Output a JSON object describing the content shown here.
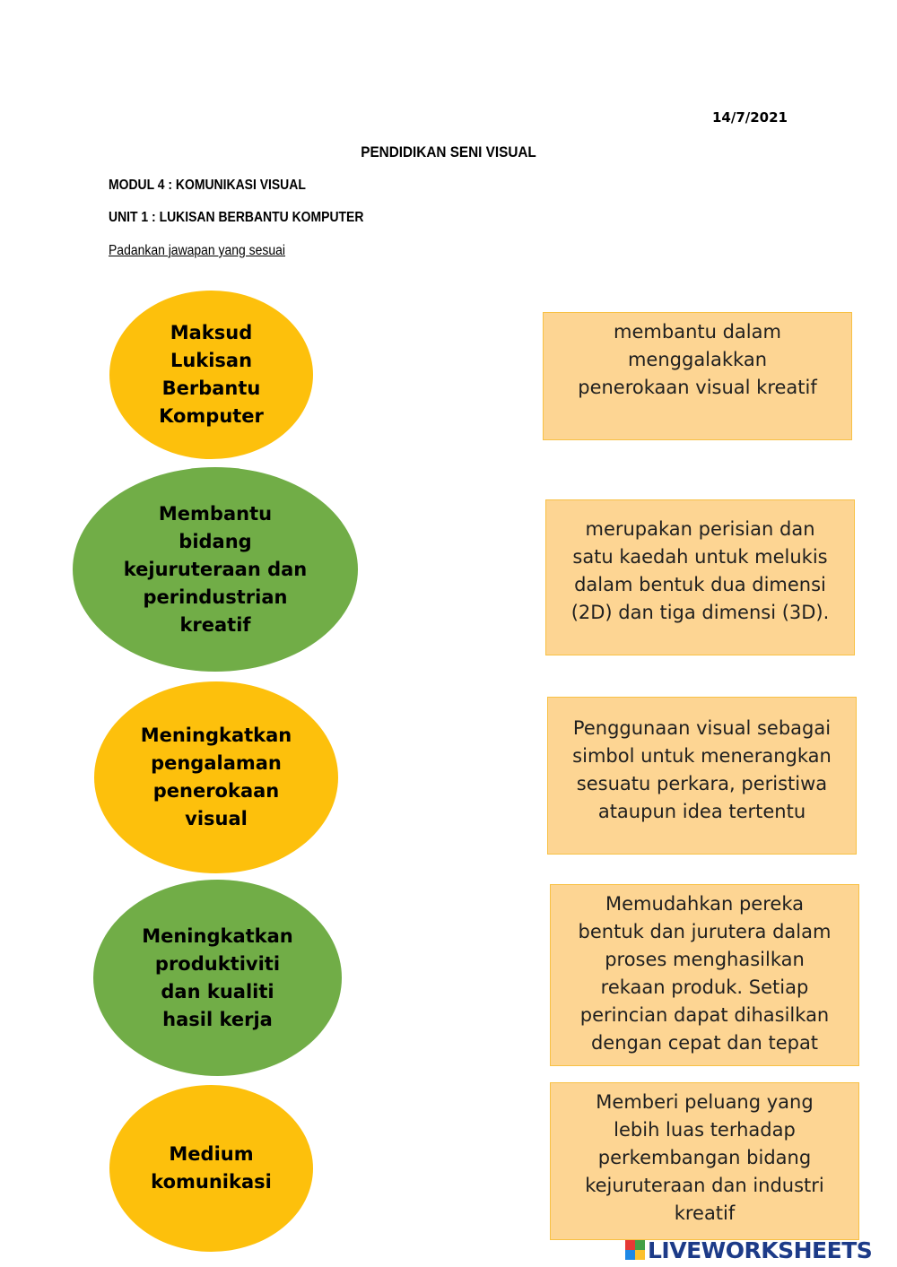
{
  "header": {
    "date": "14/7/2021",
    "title": "PENDIDIKAN SENI VISUAL",
    "module": "MODUL 4 : KOMUNIKASI VISUAL",
    "unit": "UNIT 1 : LUKISAN BERBANTU KOMPUTER",
    "instruction": "Padankan jawapan yang sesuai"
  },
  "ovals": [
    {
      "text": "Maksud\nLukisan\nBerbantu\nKomputer",
      "color": "#fdc00c"
    },
    {
      "text": "Membantu\nbidang\nkejuruteraan dan\nperindustrian\nkreatif",
      "color": "#71ad47"
    },
    {
      "text": "Meningkatkan\npengalaman\npenerokaan\nvisual",
      "color": "#fdc00c"
    },
    {
      "text": "Meningkatkan\nproduktiviti\ndan kualiti\nhasil kerja",
      "color": "#71ad47"
    },
    {
      "text": "Medium\nkomunikasi",
      "color": "#fdc00c"
    }
  ],
  "boxes": [
    {
      "text": "membantu dalam\nmenggalakkan\npenerokaan visual kreatif"
    },
    {
      "text": "merupakan perisian dan\nsatu kaedah untuk melukis\ndalam bentuk dua dimensi\n(2D) dan tiga dimensi (3D)."
    },
    {
      "text": "Penggunaan visual sebagai\nsimbol untuk menerangkan\nsesuatu perkara, peristiwa\nataupun idea tertentu"
    },
    {
      "text": "Memudahkan pereka\nbentuk dan jurutera dalam\nproses menghasilkan\nrekaan produk. Setiap\nperincian dapat dihasilkan\ndengan cepat dan tepat"
    },
    {
      "text": "Memberi peluang yang\nlebih luas terhadap\nperkembangan  bidang\nkejuruteraan dan industri\nkreatif"
    }
  ],
  "watermark": {
    "text": "LIVEWORKSHEETS",
    "color": "#1d3b88"
  }
}
